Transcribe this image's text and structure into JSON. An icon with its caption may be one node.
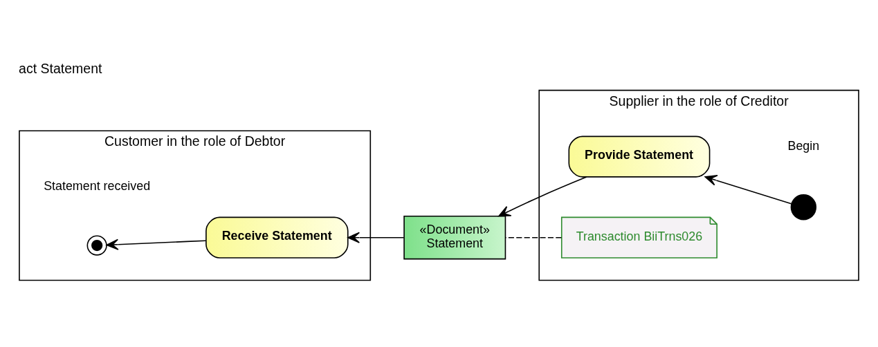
{
  "diagram": {
    "title": "act Statement",
    "nodes": [
      {
        "text": [
          "Customer in the role of Debtor"
        ]
      },
      {
        "text": [
          "Supplier in the role of Creditor"
        ]
      },
      {
        "text": [
          "Receive Statement"
        ],
        "in": 0
      },
      {
        "text": [],
        "shape": "circle",
        "beside": [
          "Statement received"
        ],
        "in": 0
      },
      {
        "text": [
          "«Document»",
          "Statement"
        ]
      },
      {
        "text": [
          "Provide Statement"
        ],
        "in": 1
      },
      {
        "text": [],
        "shape": "circle",
        "beside": [
          "Begin"
        ],
        "in": 1
      },
      {
        "text": [
          "Transaction BiiTrns026"
        ],
        "in": 1
      }
    ],
    "edges": [
      {
        "from": 6,
        "to": 5,
        "arrow": "to"
      },
      {
        "from": 5,
        "to": 4,
        "arrow": "to"
      },
      {
        "from": 4,
        "to": 2,
        "arrow": "to"
      },
      {
        "from": 2,
        "to": 3,
        "arrow": "to"
      },
      {
        "from": 7,
        "to": 4,
        "arrow": "none",
        "style": "dashed"
      }
    ]
  }
}
